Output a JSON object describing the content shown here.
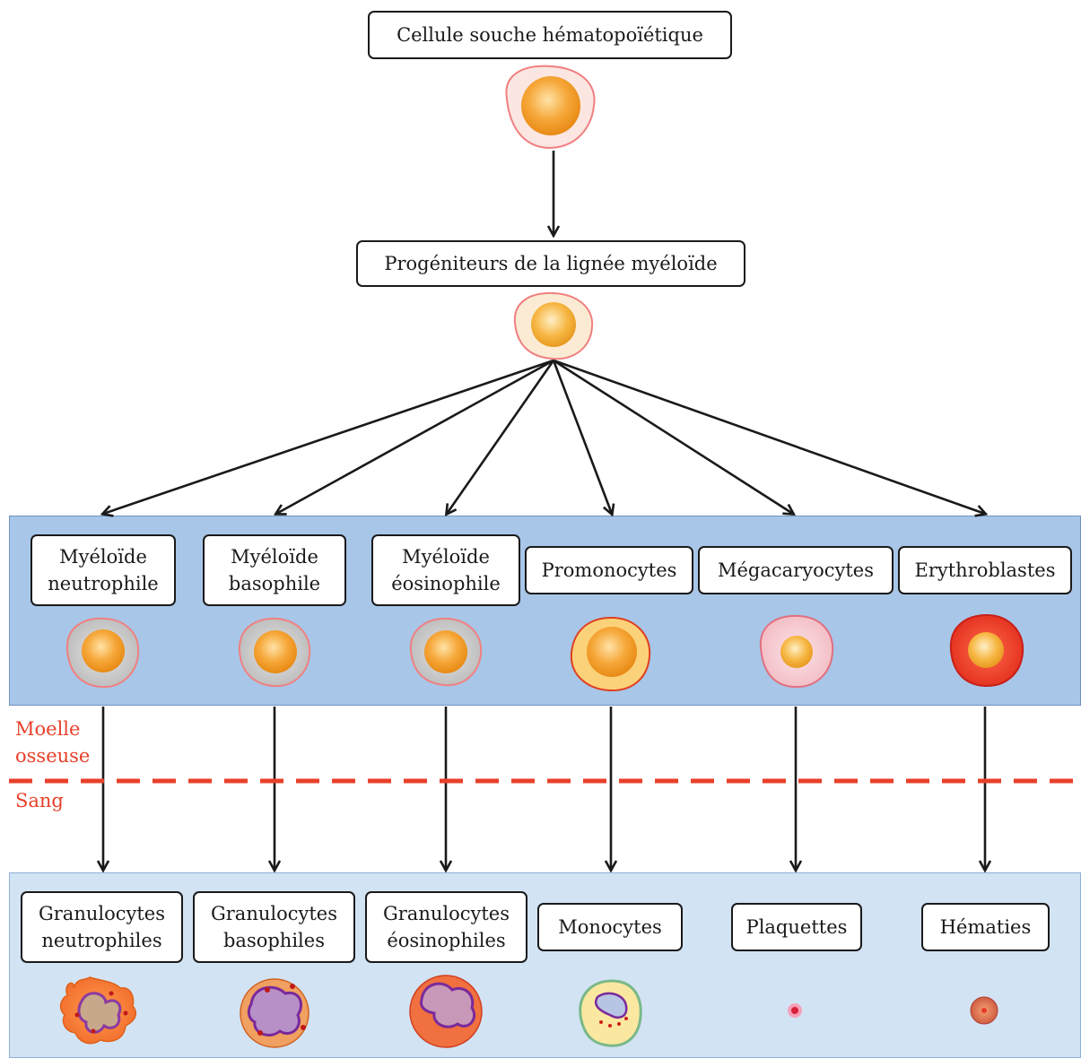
{
  "title_box": "Cellule souche hématopoïétique",
  "progenitor_box": "Progéniteurs de la lignée myéloïde",
  "zones": {
    "marrow": "Moelle\nosseuse",
    "blood": "Sang"
  },
  "precursors": [
    "Myéloïde\nneutrophile",
    "Myéloïde\nbasophile",
    "Myéloïde\néosinophile",
    "Promonocytes",
    "Mégacaryocytes",
    "Erythroblastes"
  ],
  "mature": [
    "Granulocytes\nneutrophiles",
    "Granulocytes\nbasophiles",
    "Granulocytes\néosinophiles",
    "Monocytes",
    "Plaquettes",
    "Hématies"
  ],
  "colors": {
    "marrow_band": "#a8c6e8",
    "blood_band": "#d2e3f4",
    "dashed_line": "#e8402a",
    "zone_text": "#e8402a",
    "nucleus": "#f2a62a"
  }
}
